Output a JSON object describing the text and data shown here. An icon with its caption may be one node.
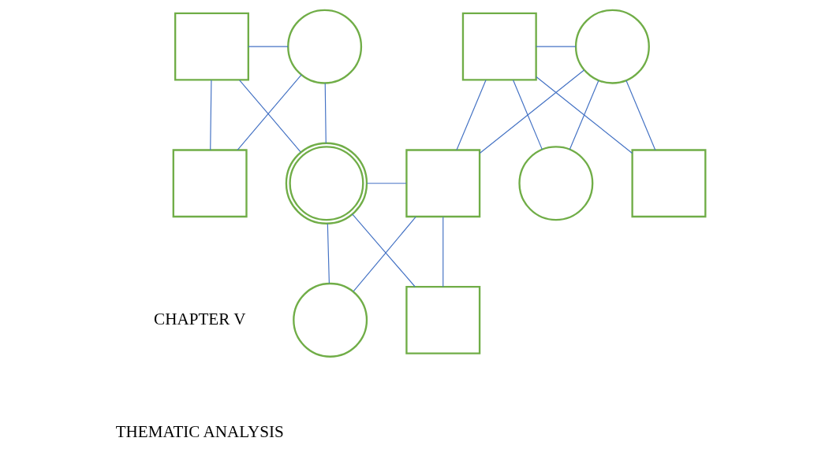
{
  "diagram": {
    "nodes": [
      {
        "text": [],
        "shape": "box"
      },
      {
        "text": [],
        "shape": "circle"
      },
      {
        "text": [],
        "shape": "box"
      },
      {
        "text": [],
        "shape": "circle"
      },
      {
        "text": [],
        "shape": "box"
      },
      {
        "text": [],
        "shape": "circle"
      },
      {
        "text": [],
        "shape": "circle"
      },
      {
        "text": [],
        "shape": "box"
      },
      {
        "text": [],
        "shape": "box"
      },
      {
        "text": [],
        "shape": "circle"
      },
      {
        "text": [],
        "shape": "box"
      }
    ],
    "edges": [
      {
        "from": 0,
        "to": 1,
        "arrow": "none"
      },
      {
        "from": 2,
        "to": 3,
        "arrow": "none"
      },
      {
        "from": 0,
        "to": 4,
        "arrow": "none"
      },
      {
        "from": 1,
        "to": 4,
        "arrow": "none"
      },
      {
        "from": 0,
        "to": 5,
        "arrow": "none"
      },
      {
        "from": 1,
        "to": 5,
        "arrow": "none"
      },
      {
        "from": 2,
        "to": 6,
        "arrow": "none"
      },
      {
        "from": 3,
        "to": 6,
        "arrow": "none"
      },
      {
        "from": 2,
        "to": 7,
        "arrow": "none"
      },
      {
        "from": 3,
        "to": 7,
        "arrow": "none"
      },
      {
        "from": 2,
        "to": 8,
        "arrow": "none"
      },
      {
        "from": 3,
        "to": 8,
        "arrow": "none"
      },
      {
        "from": 5,
        "to": 7,
        "arrow": "none"
      },
      {
        "from": 5,
        "to": 9,
        "arrow": "none"
      },
      {
        "from": 7,
        "to": 9,
        "arrow": "none"
      },
      {
        "from": 5,
        "to": 10,
        "arrow": "none"
      },
      {
        "from": 7,
        "to": 10,
        "arrow": "none"
      }
    ],
    "labels": [
      "CHAPTER V",
      "THEMATIC ANALYSIS"
    ]
  }
}
